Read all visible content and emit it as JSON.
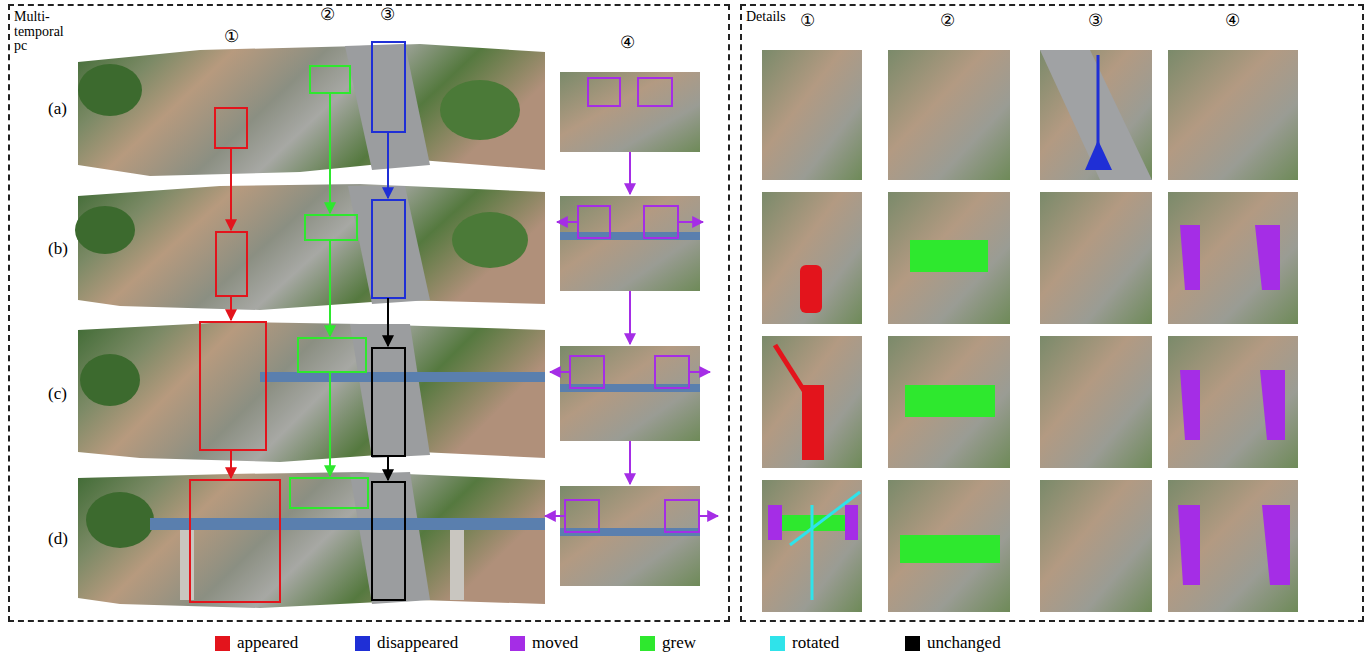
{
  "diagram": {
    "nodes": [
      {
        "text": [
          "Multi-temporal pc"
        ]
      },
      {
        "text": [
          "Details"
        ]
      }
    ],
    "labels": [
      "①",
      "②",
      "③",
      "(a)",
      "(b)",
      "(c)",
      "(d)",
      "④",
      "①",
      "②",
      "③",
      "④"
    ],
    "legend": [
      {
        "text": "appeared",
        "color": "#e3141c"
      },
      {
        "text": "disappeared",
        "color": "#1f2fd6"
      },
      {
        "text": "moved",
        "color": "#a52de6"
      },
      {
        "text": "grew",
        "color": "#2ee82e"
      },
      {
        "text": "rotated",
        "color": "#2fe3ea"
      },
      {
        "text": "unchanged",
        "color": "#000000"
      }
    ]
  }
}
